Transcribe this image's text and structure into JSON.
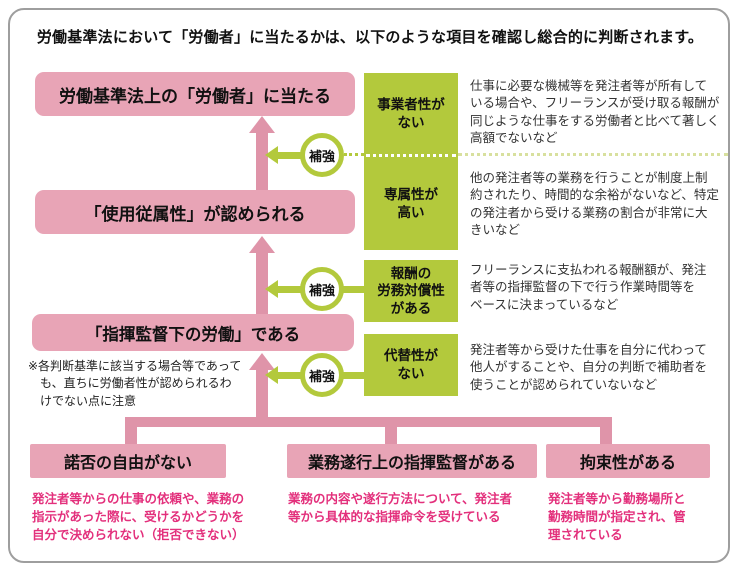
{
  "title": "労働基準法において「労働者」に当たるかは、以下のような項目を確認し総合的に判断されます。",
  "colors": {
    "pink_box": "#e8a4b6",
    "pink_line": "#df94a9",
    "green": "#b3c93c",
    "green_dot_light": "#d8e09e",
    "accent_text": "#e3307c"
  },
  "flow": {
    "top_box": "労働基準法上の「労働者」に当たる",
    "mid_box": "「使用従属性」が認められる",
    "low_box": "「指揮監督下の労働」である",
    "note": "※各判断基準に該当する場合等であって\n　も、直ちに労働者性が認められるわ\n　けでない点に注意",
    "reinforce_label": "補強"
  },
  "criteria": [
    {
      "label": "事業者性が\nない",
      "description": "仕事に必要な機械等を発注者等が所有して\nいる場合や、フリーランスが受け取る報酬が\n同じような仕事をする労働者と比べて著しく\n高額でないなど"
    },
    {
      "label": "専属性が\n高い",
      "description": "他の発注者等の業務を行うことが制度上制\n約されたり、時間的な余裕がないなど、特定\nの発注者から受ける業務の割合が非常に大\nきいなど"
    },
    {
      "label": "報酬の\n労務対償性\nがある",
      "description": "フリーランスに支払われる報酬額が、発注\n者等の指揮監督の下で行う作業時間等を\nベースに決まっているなど"
    },
    {
      "label": "代替性が\nない",
      "description": "発注者等から受けた仕事を自分に代わって\n他人がすることや、自分の判断で補助者を\n使うことが認められていないなど"
    }
  ],
  "bottom_criteria": [
    {
      "label": "諾否の自由がない",
      "description": "発注者等からの仕事の依頼や、業務の\n指示があった際に、受けるかどうかを\n自分で決められない（拒否できない）"
    },
    {
      "label": "業務遂行上の指揮監督がある",
      "description": "業務の内容や遂行方法について、発注者\n等から具体的な指揮命令を受けている"
    },
    {
      "label": "拘束性がある",
      "description": "発注者等から勤務場所と\n勤務時間が指定され、管\n理されている"
    }
  ]
}
